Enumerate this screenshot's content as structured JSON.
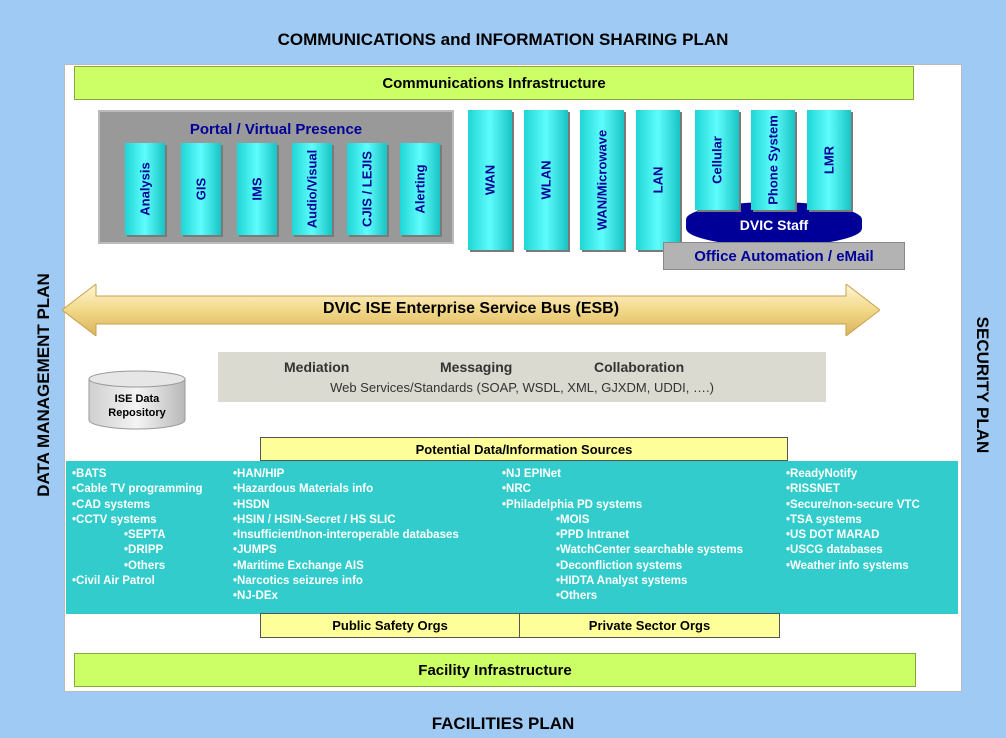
{
  "titles": {
    "top": "COMMUNICATIONS and INFORMATION SHARING PLAN",
    "bottom": "FACILITIES PLAN",
    "left": "DATA MANAGEMENT PLAN",
    "right": "SECURITY PLAN"
  },
  "comm_infra": "Communications Infrastructure",
  "facility_infra": "Facility Infrastructure",
  "portal": {
    "title": "Portal / Virtual Presence",
    "items": [
      "Analysis",
      "GIS",
      "IMS",
      "Audio/Visual",
      "CJIS / LEJIS",
      "Alerting"
    ]
  },
  "networks": [
    "WAN",
    "WLAN",
    "WAN/Microwave",
    "LAN",
    "Cellular",
    "Phone System",
    "LMR"
  ],
  "dvic_staff": "DVIC Staff",
  "office": "Office Automation / eMail",
  "esb": "DVIC ISE Enterprise Service Bus (ESB)",
  "services": {
    "mediation": "Mediation",
    "messaging": "Messaging",
    "collaboration": "Collaboration",
    "standards": "Web Services/Standards (SOAP, WSDL, XML, GJXDM, UDDI, ….)"
  },
  "repository": {
    "line1": "ISE Data",
    "line2": "Repository"
  },
  "sources_title": "Potential Data/Information Sources",
  "sources": {
    "col1": [
      "•BATS",
      "•Cable TV programming",
      "•CAD systems",
      "•CCTV systems",
      "•SEPTA",
      "•DRIPP",
      "•Others",
      "•Civil Air Patrol"
    ],
    "col2": [
      "•HAN/HIP",
      "•Hazardous Materials info",
      "•HSDN",
      "•HSIN / HSIN-Secret / HS SLIC",
      "•Insufficient/non-interoperable databases",
      "•JUMPS",
      "•Maritime Exchange AIS",
      "•Narcotics seizures info",
      "•NJ-DEx"
    ],
    "col3": [
      "•NJ EPINet",
      "•NRC",
      "•Philadelphia PD systems",
      "•MOIS",
      "•PPD Intranet",
      "•WatchCenter searchable systems",
      "•Deconfliction systems",
      "•HIDTA Analyst systems",
      "•Others"
    ],
    "col4": [
      "•ReadyNotify",
      "•RISSNET",
      "•Secure/non-secure VTC",
      "•TSA systems",
      "•US DOT MARAD",
      "•USCG databases",
      "•Weather info systems"
    ]
  },
  "orgs": {
    "public": "Public Safety Orgs",
    "private": "Private Sector Orgs"
  },
  "colors": {
    "background": "#9ecaf4",
    "lime": "#ccff66",
    "cyan": "#33ffff",
    "teal": "#33cccc",
    "yellow": "#ffff99",
    "navy": "#000099",
    "gray": "#999999"
  }
}
